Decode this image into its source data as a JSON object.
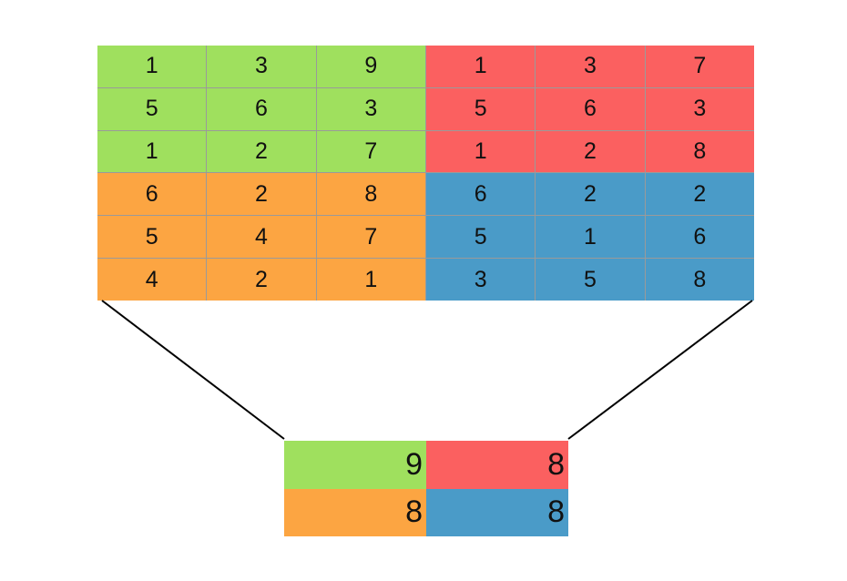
{
  "colors": {
    "top_left": "#9fe05e",
    "top_right": "#fb6060",
    "bottom_left": "#fca542",
    "bottom_right": "#4a9bc8"
  },
  "input_grid": {
    "rows": [
      [
        1,
        3,
        9,
        1,
        3,
        7
      ],
      [
        5,
        6,
        3,
        5,
        6,
        3
      ],
      [
        1,
        2,
        7,
        1,
        2,
        8
      ],
      [
        6,
        2,
        8,
        6,
        2,
        2
      ],
      [
        5,
        4,
        7,
        5,
        1,
        6
      ],
      [
        4,
        2,
        1,
        3,
        5,
        8
      ]
    ]
  },
  "output_grid": {
    "rows": [
      [
        9,
        8
      ],
      [
        8,
        8
      ]
    ]
  }
}
